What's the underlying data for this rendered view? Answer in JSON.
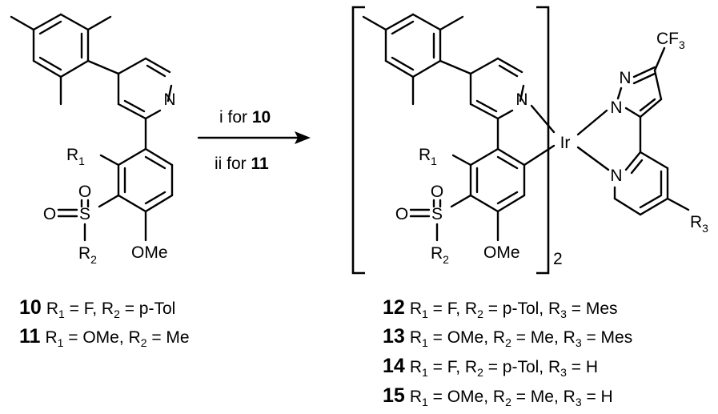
{
  "reaction": {
    "reagent_line_1": {
      "prefix": "i for ",
      "compound": "10"
    },
    "reagent_line_2": {
      "prefix": "ii for ",
      "compound": "11"
    }
  },
  "atoms": {
    "N": "N",
    "Ir": "Ir",
    "R": "R",
    "sub1": "1",
    "sub2": "2",
    "sub3": "3",
    "O": "O",
    "S": "S",
    "OMe": "OMe",
    "CF": "CF",
    "bracket_sub": "2"
  },
  "legend_left": [
    {
      "num": "10",
      "text": "R1 = F, R2 = p-Tol"
    },
    {
      "num": "11",
      "text": "R1 = OMe, R2 = Me"
    }
  ],
  "legend_right": [
    {
      "num": "12",
      "text": "R1 = F, R2 = p-Tol, R3 = Mes"
    },
    {
      "num": "13",
      "text": "R1 = OMe, R2 = Me, R3 = Mes"
    },
    {
      "num": "14",
      "text": "R1 = F, R2 = p-Tol, R3 = H"
    },
    {
      "num": "15",
      "text": "R1 = OMe, R2 = Me, R3 = H"
    }
  ],
  "legend_parts": {
    "l10": {
      "num": "10",
      "r1": "R",
      "s1": "1",
      "t1": " = F, ",
      "r2": "R",
      "s2": "2",
      "t2": " = p-Tol"
    },
    "l11": {
      "num": "11",
      "r1": "R",
      "s1": "1",
      "t1": " = OMe, ",
      "r2": "R",
      "s2": "2",
      "t2": " = Me"
    },
    "l12": {
      "num": "12",
      "r1": "R",
      "s1": "1",
      "t1": " = F, ",
      "r2": "R",
      "s2": "2",
      "t2": " = p-Tol, ",
      "r3": "R",
      "s3": "3",
      "t3": " = Mes"
    },
    "l13": {
      "num": "13",
      "r1": "R",
      "s1": "1",
      "t1": " = OMe, ",
      "r2": "R",
      "s2": "2",
      "t2": " = Me, ",
      "r3": "R",
      "s3": "3",
      "t3": " = Mes"
    },
    "l14": {
      "num": "14",
      "r1": "R",
      "s1": "1",
      "t1": " = F, ",
      "r2": "R",
      "s2": "2",
      "t2": " = p-Tol, ",
      "r3": "R",
      "s3": "3",
      "t3": " = H"
    },
    "l15": {
      "num": "15",
      "r1": "R",
      "s1": "1",
      "t1": " = OMe, ",
      "r2": "R",
      "s2": "2",
      "t2": " = Me, ",
      "r3": "R",
      "s3": "3",
      "t3": " = H"
    }
  }
}
